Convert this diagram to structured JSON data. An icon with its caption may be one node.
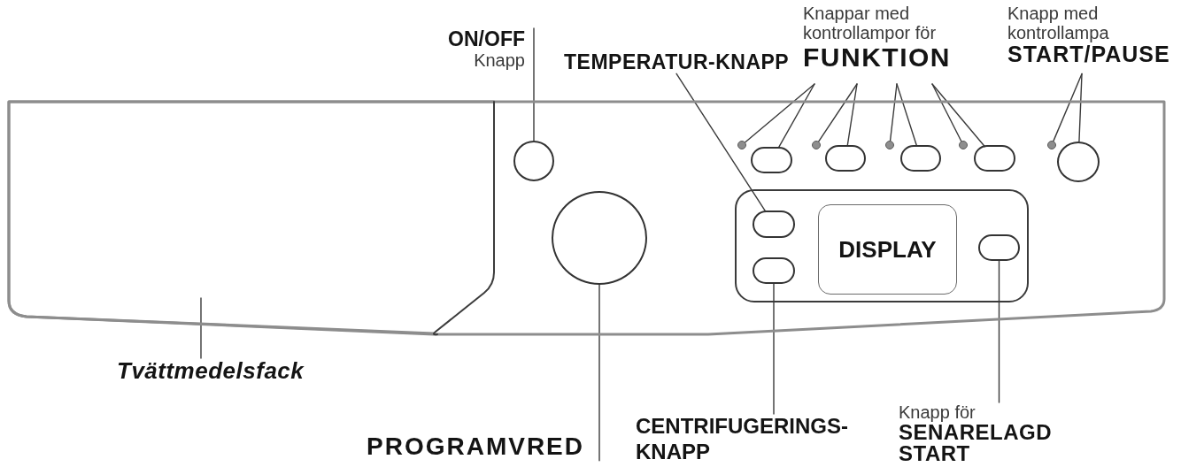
{
  "diagram": {
    "nodes": [
      {
        "text": [
          "ON/OFF",
          "Knapp"
        ]
      },
      {
        "text": [
          "TEMPERATUR-KNAPP"
        ]
      },
      {
        "text": [
          "Knappar med kontrollampor för",
          "FUNKTION"
        ]
      },
      {
        "text": [
          "Knapp med kontrollampa",
          "START/PAUSE"
        ]
      },
      {
        "text": [],
        "shape": "box"
      },
      {
        "text": [],
        "shape": "box",
        "in": 4
      },
      {
        "text": [],
        "shape": "circle",
        "in": 4
      },
      {
        "text": [],
        "shape": "circle",
        "in": 4
      },
      {
        "text": [],
        "shape": "oval",
        "in": 4
      },
      {
        "text": [],
        "shape": "circle",
        "in": 4
      },
      {
        "text": [],
        "shape": "oval",
        "in": 4
      },
      {
        "text": [],
        "shape": "circle",
        "in": 4
      },
      {
        "text": [],
        "shape": "oval",
        "in": 4
      },
      {
        "text": [],
        "shape": "circle",
        "in": 4
      },
      {
        "text": [],
        "shape": "oval",
        "in": 4
      },
      {
        "text": [],
        "shape": "circle",
        "in": 4
      },
      {
        "text": [],
        "shape": "circle",
        "in": 4
      },
      {
        "text": [],
        "shape": "circle",
        "in": 4
      },
      {
        "text": [],
        "shape": "box",
        "in": 4
      },
      {
        "text": [],
        "shape": "oval",
        "in": 18
      },
      {
        "text": [
          "DISPLAY"
        ],
        "in": 18
      },
      {
        "text": [],
        "shape": "oval",
        "in": 18
      },
      {
        "text": [],
        "shape": "oval",
        "in": 18
      },
      {
        "text": [
          "Tvättmedelsfack"
        ]
      },
      {
        "text": [
          "PROGRAMVRED"
        ]
      },
      {
        "text": [
          "CENTRIFUGERINGS-KNAPP"
        ]
      },
      {
        "text": [
          "Knapp för",
          "SENARELAGD START"
        ]
      }
    ],
    "edges": [
      {
        "from": 0,
        "to": 6,
        "arrow": "none"
      },
      {
        "from": 1,
        "to": 19,
        "arrow": "none"
      },
      {
        "from": 2,
        "to": 7,
        "arrow": "none"
      },
      {
        "from": 2,
        "to": 8,
        "arrow": "none"
      },
      {
        "from": 2,
        "to": 9,
        "arrow": "none"
      },
      {
        "from": 2,
        "to": 10,
        "arrow": "none"
      },
      {
        "from": 2,
        "to": 11,
        "arrow": "none"
      },
      {
        "from": 2,
        "to": 12,
        "arrow": "none"
      },
      {
        "from": 2,
        "to": 13,
        "arrow": "none"
      },
      {
        "from": 2,
        "to": 14,
        "arrow": "none"
      },
      {
        "from": 3,
        "to": 15,
        "arrow": "none"
      },
      {
        "from": 3,
        "to": 16,
        "arrow": "none"
      },
      {
        "from": 23,
        "to": 5,
        "arrow": "none"
      },
      {
        "from": 24,
        "to": 17,
        "arrow": "none"
      },
      {
        "from": 25,
        "to": 21,
        "arrow": "none"
      },
      {
        "from": 26,
        "to": 22,
        "arrow": "none"
      }
    ]
  }
}
